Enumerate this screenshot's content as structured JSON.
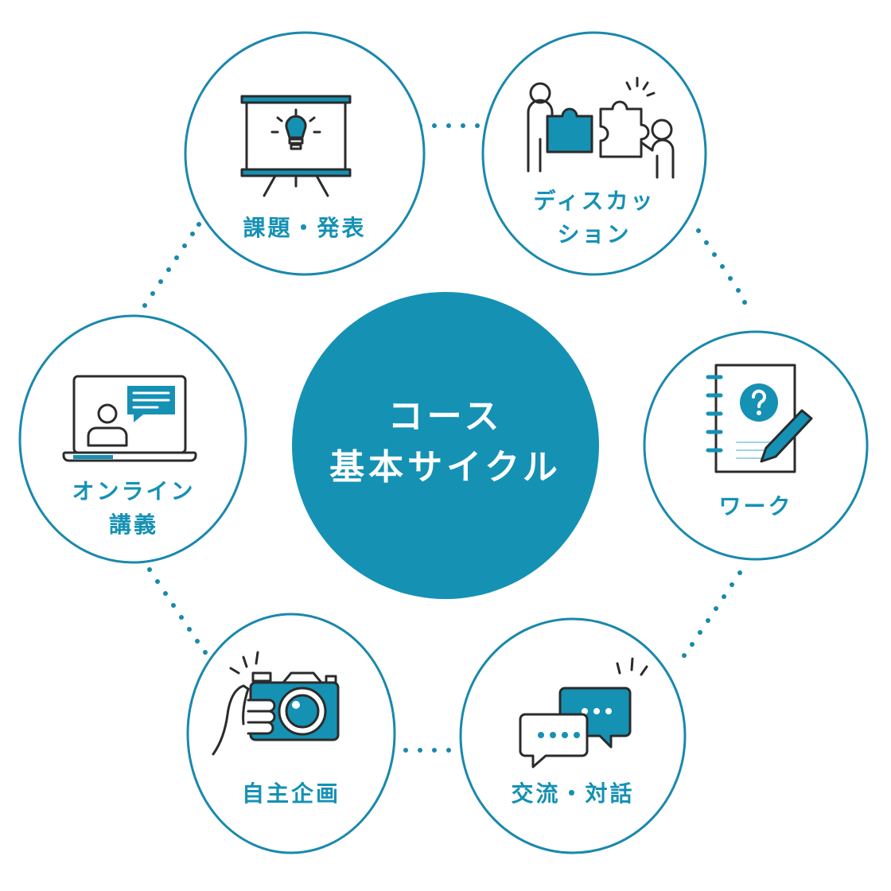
{
  "colors": {
    "accent": "#1591b4",
    "ring": "#1a88ad",
    "outline": "#2b2b2b",
    "background": "#ffffff"
  },
  "center": {
    "line1": "コース",
    "line2": "基本サイクル"
  },
  "nodes": [
    {
      "id": "kadai",
      "label": "課題・発表",
      "icon": "presentation-screen-icon"
    },
    {
      "id": "discussion",
      "label_line1": "ディスカッ",
      "label_line2": "ション",
      "icon": "puzzle-pieces-icon"
    },
    {
      "id": "work",
      "label": "ワーク",
      "icon": "notebook-pen-icon"
    },
    {
      "id": "koryu",
      "label": "交流・対話",
      "icon": "speech-bubbles-icon"
    },
    {
      "id": "jishu",
      "label": "自主企画",
      "icon": "camera-icon"
    },
    {
      "id": "online",
      "label_line1": "オンライン",
      "label_line2": "講義",
      "icon": "laptop-video-icon"
    }
  ]
}
